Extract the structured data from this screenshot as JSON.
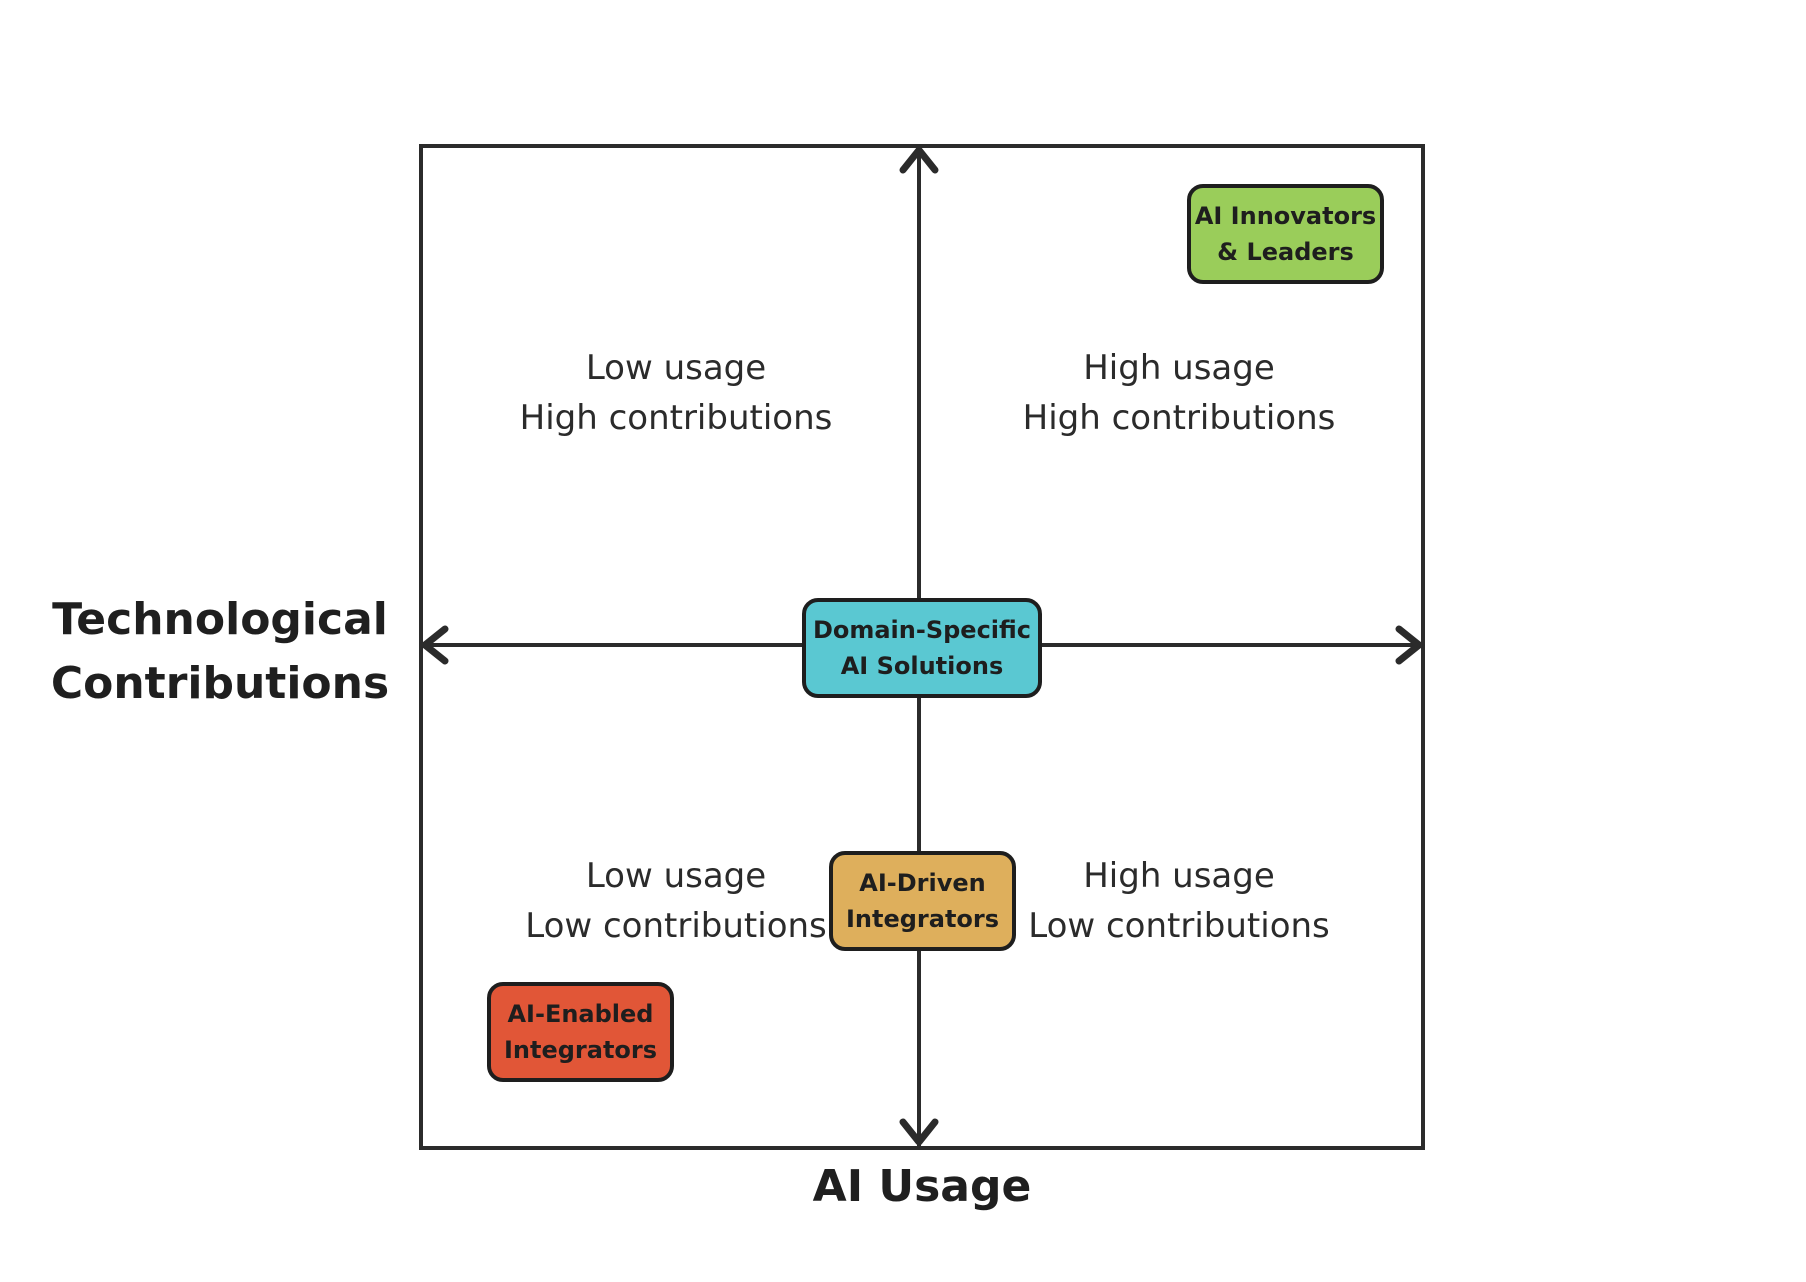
{
  "axes": {
    "y_title_lines": [
      "Technological",
      "Contributions"
    ],
    "x_title": "AI Usage"
  },
  "quadrants": {
    "top_left": [
      "Low usage",
      "High contributions"
    ],
    "top_right": [
      "High usage",
      "High contributions"
    ],
    "bottom_left": [
      "Low usage",
      "Low contributions"
    ],
    "bottom_right": [
      "High usage",
      "Low contributions"
    ]
  },
  "categories": {
    "innovators": {
      "lines": [
        "AI Innovators",
        "& Leaders"
      ],
      "color": "#9acd5a"
    },
    "domain_specific": {
      "lines": [
        "Domain-Specific",
        "AI Solutions"
      ],
      "color": "#5ac8d2"
    },
    "driven": {
      "lines": [
        "AI-Driven",
        "Integrators"
      ],
      "color": "#deaf5c"
    },
    "enabled": {
      "lines": [
        "AI-Enabled",
        "Integrators"
      ],
      "color": "#e15637"
    }
  },
  "colors": {
    "stroke": "#2b2b2b",
    "text": "#222222"
  }
}
